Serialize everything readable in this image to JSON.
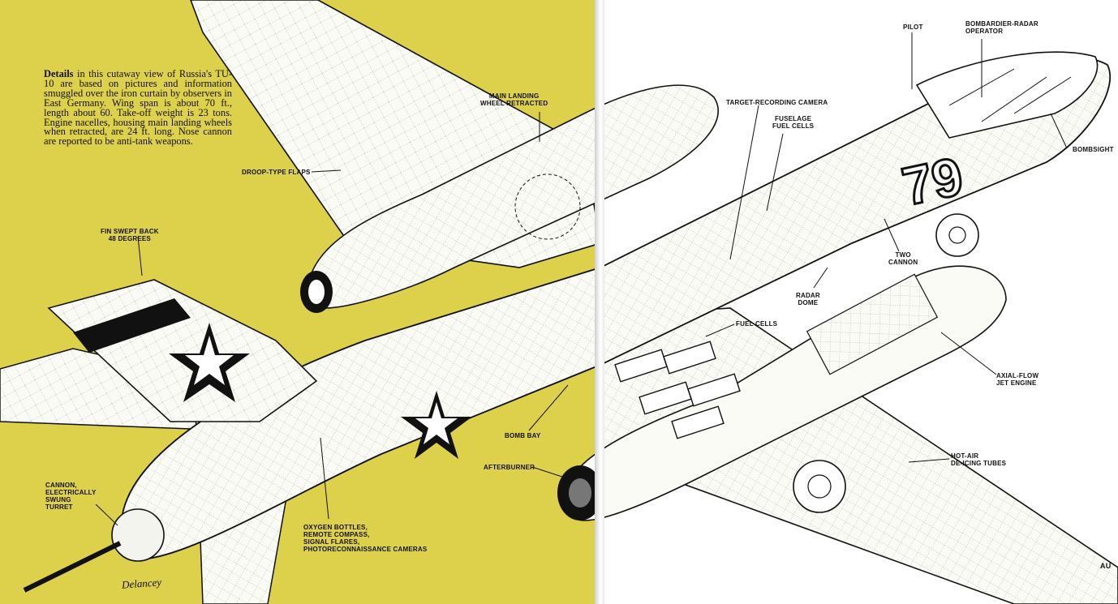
{
  "colors": {
    "page_left": "#ddd04a",
    "page_right": "#ffffff",
    "ink": "#111111",
    "star_fill": "#ffffff"
  },
  "caption": {
    "lead": "Details",
    "body": " in this cutaway view of Russia's TU-10 are based on pictures and information smuggled over the iron curtain by observers in East Germany. Wing span is about 70 ft., length about 60. Take-off weight is 23 tons. Engine nacelles, housing main landing wheels when retracted, are 24 ft. long. Nose cannon are reported to be anti-tank weapons."
  },
  "labels": {
    "main_landing_wheel": [
      "MAIN LANDING",
      "WHEEL RETRACTED"
    ],
    "droop_flaps": "DROOP-TYPE FLAPS",
    "fin_swept": [
      "FIN SWEPT BACK",
      "48 DEGREES"
    ],
    "bomb_bay": "BOMB BAY",
    "afterburner": "AFTERBURNER",
    "cannon_turret": [
      "CANNON,",
      "ELECTRICALLY",
      "SWUNG",
      "TURRET"
    ],
    "oxygen_bottles": [
      "OXYGEN BOTTLES,",
      "REMOTE COMPASS,",
      "SIGNAL FLARES,",
      "PHOTORECONNAISSANCE CAMERAS"
    ],
    "pilot": "PILOT",
    "bombardier": [
      "BOMBARDIER-RADAR",
      "OPERATOR"
    ],
    "target_camera": "TARGET-RECORDING CAMERA",
    "fuselage_fuel": [
      "FUSELAGE",
      "FUEL CELLS"
    ],
    "bombsight": "BOMBSIGHT",
    "two_cannon": [
      "TWO",
      "CANNON"
    ],
    "radar_dome": [
      "RADAR",
      "DOME"
    ],
    "fuel_cells": "FUEL CELLS",
    "axial_flow": [
      "AXIAL-FLOW",
      "JET ENGINE"
    ],
    "hot_air": [
      "HOT-AIR",
      "DE-ICING TUBES"
    ]
  },
  "fuselage_number": "79",
  "signature": "Delancey",
  "page_right_fragment": "AU"
}
